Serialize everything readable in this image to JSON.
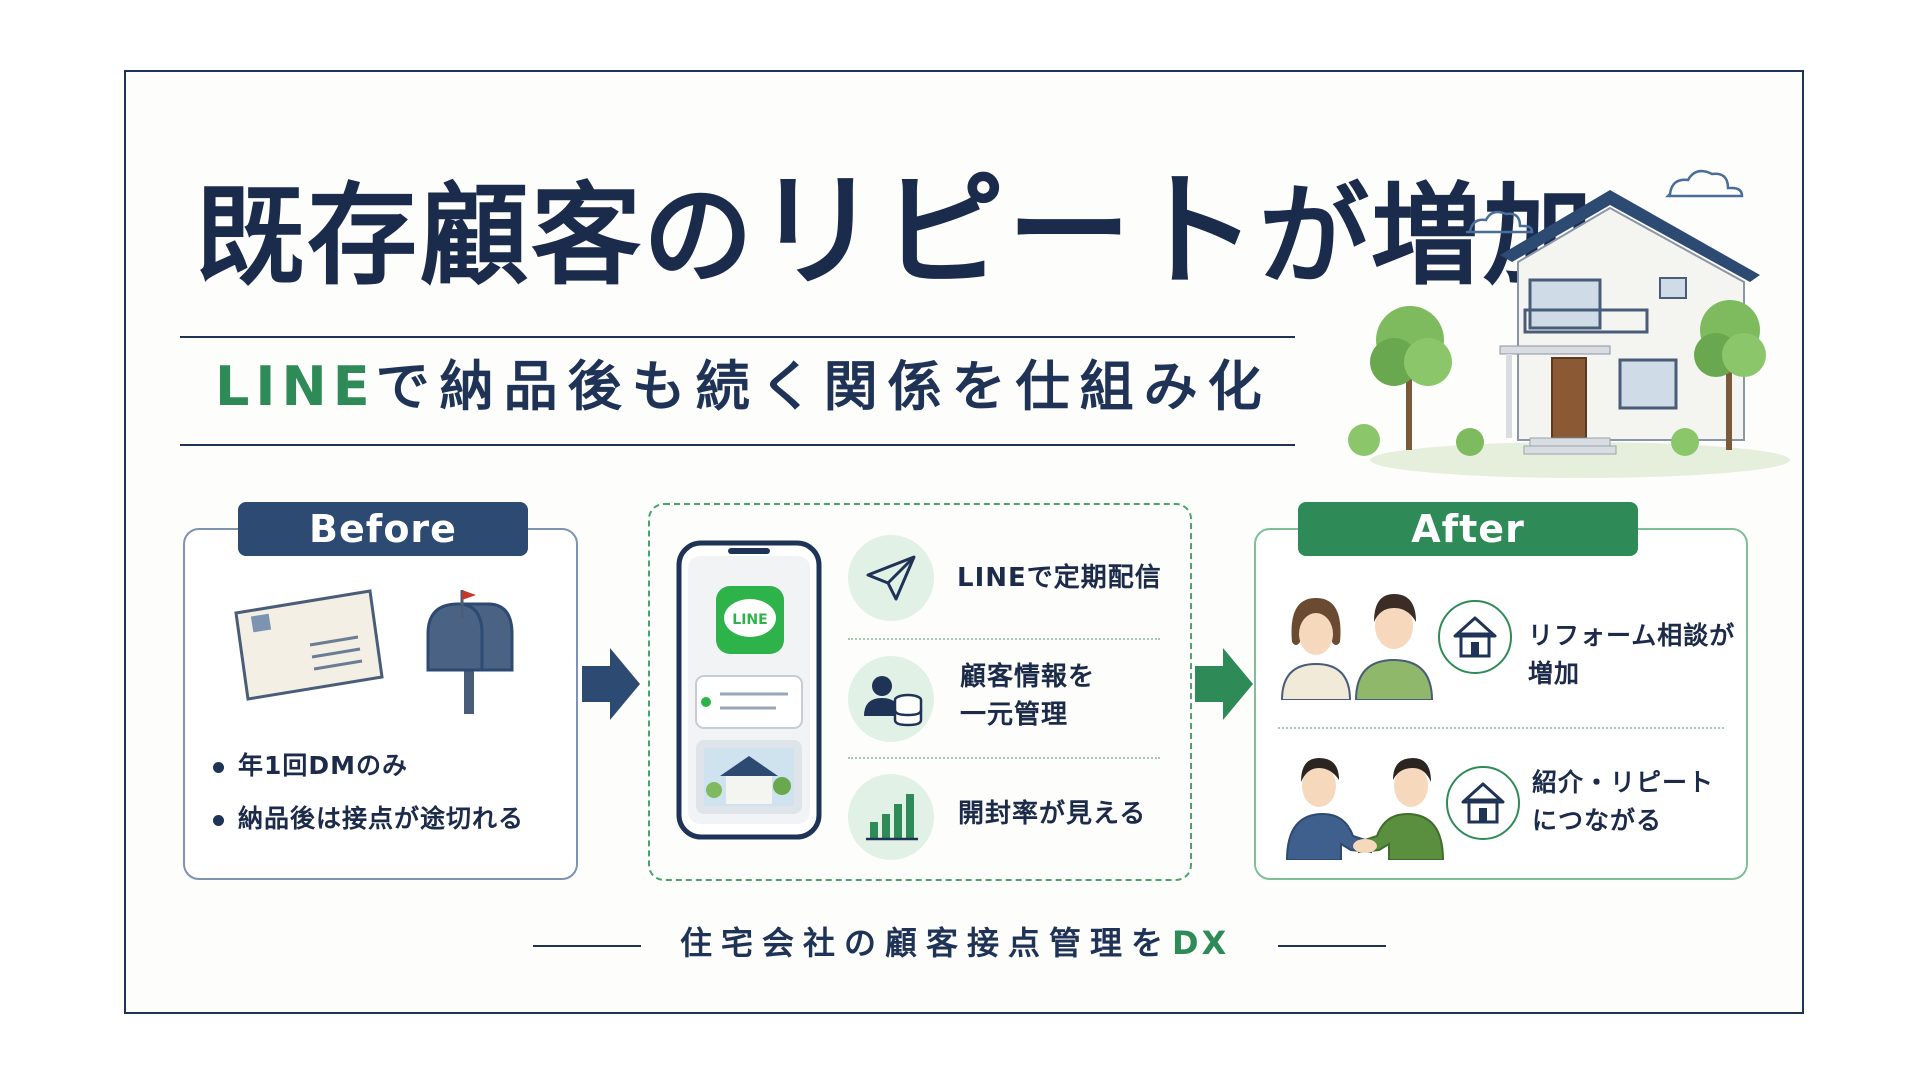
{
  "headline": {
    "part1": "既存顧客の",
    "part2": "リピート",
    "part3": "が増加"
  },
  "subheadline": {
    "brand": "LINE",
    "rest": "で納品後も続く関係を仕組み化"
  },
  "before": {
    "label": "Before",
    "bullets": [
      "年1回DMのみ",
      "納品後は接点が途切れる"
    ],
    "icons": [
      "postcard-icon",
      "mailbox-icon"
    ]
  },
  "center": {
    "phone_app_label": "LINE",
    "features": [
      {
        "icon": "paper-plane-icon",
        "lines": [
          "LINEで定期配信"
        ]
      },
      {
        "icon": "customer-database-icon",
        "lines": [
          "顧客情報を",
          "一元管理"
        ]
      },
      {
        "icon": "bar-chart-icon",
        "lines": [
          "開封率が見える"
        ]
      }
    ]
  },
  "after": {
    "label": "After",
    "results": [
      {
        "icon": "house-icon",
        "lines": [
          "リフォーム相談が",
          "増加"
        ]
      },
      {
        "icon": "house-icon",
        "lines": [
          "紹介・リピート",
          "につながる"
        ]
      }
    ]
  },
  "footer": {
    "text": "住宅会社の顧客接点管理を",
    "accent": "DX"
  },
  "colors": {
    "navy": "#1f3357",
    "green": "#2e8b57",
    "light_green": "#e2f1e6",
    "background": "#fdfdfc"
  }
}
